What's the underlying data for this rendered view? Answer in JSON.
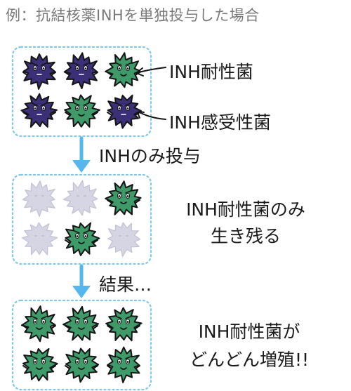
{
  "title": "例：抗結核薬INHを単独投与した場合",
  "stages": [
    {
      "id": "before",
      "grid": [
        [
          "resistant-dead",
          "resistant-dead",
          "resistant"
        ],
        [
          "resistant-dead",
          "resistant",
          "sensitive"
        ]
      ]
    },
    {
      "id": "after",
      "grid": [
        [
          "ghost",
          "ghost",
          "resistant"
        ],
        [
          "ghost",
          "resistant",
          "ghost"
        ]
      ]
    },
    {
      "id": "result",
      "grid": [
        [
          "resistant",
          "resistant",
          "resistant"
        ],
        [
          "resistant",
          "resistant",
          "resistant"
        ]
      ]
    }
  ],
  "labels": {
    "resistant": "INH耐性菌",
    "sensitive": "INH感受性菌",
    "step1": "INHのみ投与",
    "stage2_line1": "INH耐性菌のみ",
    "stage2_line2": "生き残る",
    "step2": "結果…",
    "stage3_line1": "INH耐性菌が",
    "stage3_line2": "どんどん増殖!!"
  },
  "colors": {
    "resistant": "#3f9a6a",
    "sensitive": "#3b2f78",
    "ghost": "#d6d5e3",
    "outline": "#151515",
    "box_border": "#7fc8e8",
    "arrow": "#55b7ee"
  }
}
